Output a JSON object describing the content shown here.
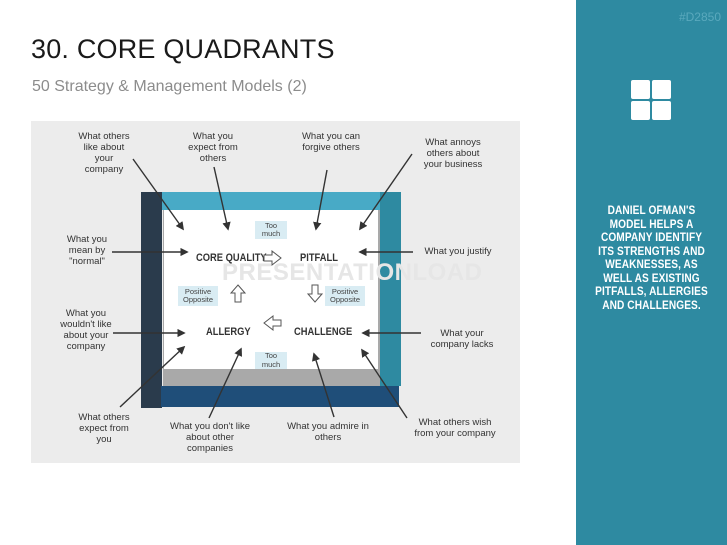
{
  "header": {
    "title": "30. CORE QUADRANTS",
    "subtitle": "50 Strategy & Management Models (2)"
  },
  "sidebar": {
    "code": "#D2850",
    "text": "Daniel Ofman's model helps a company identify its strengths and weaknesses, as well as existing pitfalls, allergies and challenges.",
    "icon": "grid-icon",
    "color": "#2e8aa1"
  },
  "watermark": "PRESENTATIONLOAD",
  "quadrants": {
    "core_quality": "CORE QUALITY",
    "pitfall": "PITFALL",
    "allergy": "ALLERGY",
    "challenge": "CHALLENGE"
  },
  "tags": {
    "too_much_top": "Too\nmuch",
    "too_much_bottom": "Too\nmuch",
    "positive_left": "Positive\nOpposite",
    "positive_right": "Positive\nOpposite"
  },
  "labels": {
    "others_like": "What others\nlike about\nyour\ncompany",
    "you_expect": "What you\nexpect from\nothers",
    "you_forgive": "What you can\nforgive others",
    "annoys_others": "What annoys\nothers about\nyour business",
    "mean_normal": "What you\nmean by\n\"normal\"",
    "you_justify": "What you justify",
    "wouldnt_like": "What you\nwouldn't like\nabout your\ncompany",
    "company_lacks": "What your\ncompany lacks",
    "others_expect": "What others\nexpect from\nyou",
    "dont_like": "What you don't like\nabout other\ncompanies",
    "you_admire": "What you admire in\nothers",
    "others_wish": "What others wish\nfrom your company"
  }
}
